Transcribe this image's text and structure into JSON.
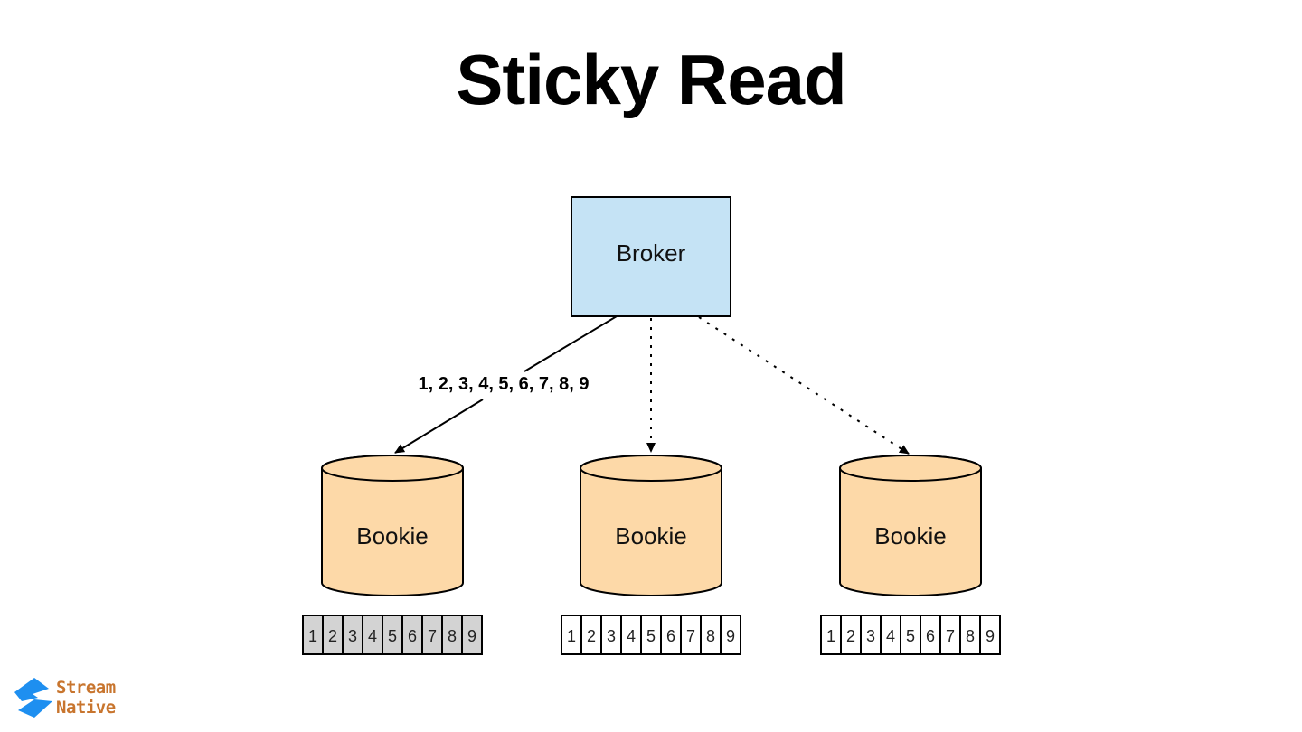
{
  "slide": {
    "title": "Sticky Read"
  },
  "broker": {
    "label": "Broker",
    "fill_color": "#c5e3f5"
  },
  "arrows": [
    {
      "from": "broker",
      "to": "bookie-1",
      "style": "solid",
      "label": "1, 2, 3, 4, 5, 6, 7, 8, 9"
    },
    {
      "from": "broker",
      "to": "bookie-2",
      "style": "dotted",
      "label": ""
    },
    {
      "from": "broker",
      "to": "bookie-3",
      "style": "dotted",
      "label": ""
    }
  ],
  "bookies": [
    {
      "label": "Bookie",
      "entries": [
        "1",
        "2",
        "3",
        "4",
        "5",
        "6",
        "7",
        "8",
        "9"
      ],
      "entries_highlighted": true
    },
    {
      "label": "Bookie",
      "entries": [
        "1",
        "2",
        "3",
        "4",
        "5",
        "6",
        "7",
        "8",
        "9"
      ],
      "entries_highlighted": false
    },
    {
      "label": "Bookie",
      "entries": [
        "1",
        "2",
        "3",
        "4",
        "5",
        "6",
        "7",
        "8",
        "9"
      ],
      "entries_highlighted": false
    }
  ],
  "colors": {
    "bookie_fill": "#fdd9a8",
    "entry_highlight": "#d3d3d3",
    "entry_plain": "#ffffff",
    "stroke": "#000000",
    "logo_blue": "#1e8ff0",
    "logo_text": "#c8752e"
  },
  "logo": {
    "line1": "Stream",
    "line2": "Native"
  }
}
